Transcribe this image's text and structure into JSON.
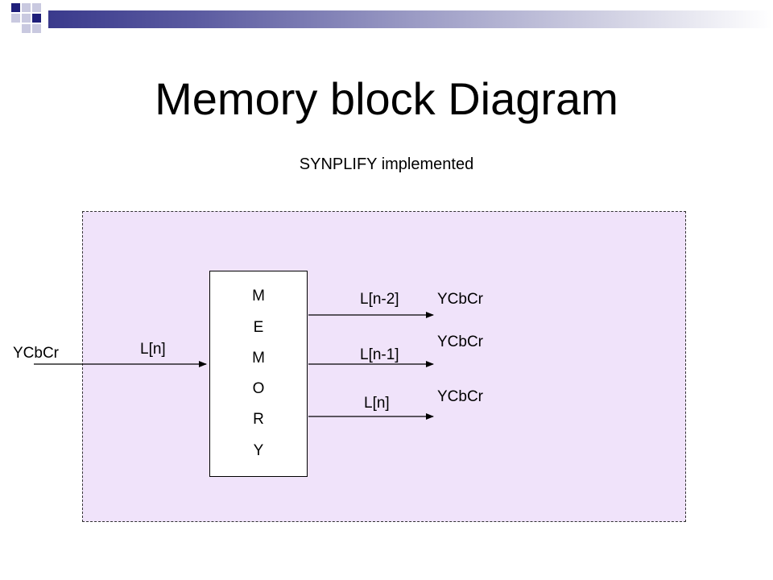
{
  "slide": {
    "title": "Memory block Diagram",
    "subtitle": "SYNPLIFY implemented"
  },
  "diagram": {
    "memory_letters": [
      "M",
      "E",
      "M",
      "O",
      "R",
      "Y"
    ],
    "input": {
      "signal": "YCbCr",
      "label": "L[n]"
    },
    "outputs": [
      {
        "label": "L[n-2]",
        "signal": "YCbCr"
      },
      {
        "label": "L[n-1]",
        "signal": "YCbCr"
      },
      {
        "label": "L[n]",
        "signal": "YCbCr"
      }
    ]
  },
  "colors": {
    "region_fill": "#f0e3fa",
    "header_dark": "#1f1f7a"
  }
}
